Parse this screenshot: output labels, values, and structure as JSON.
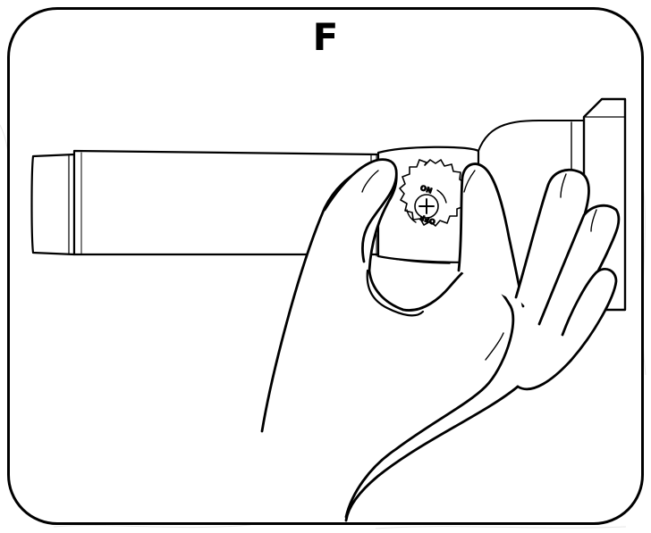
{
  "panel": {
    "step_label": "F"
  },
  "dial": {
    "on_label": "ON",
    "off_label": "OFF"
  },
  "colors": {
    "line": "#000000",
    "fill": "#ffffff",
    "shade": "#f4f4f4"
  }
}
